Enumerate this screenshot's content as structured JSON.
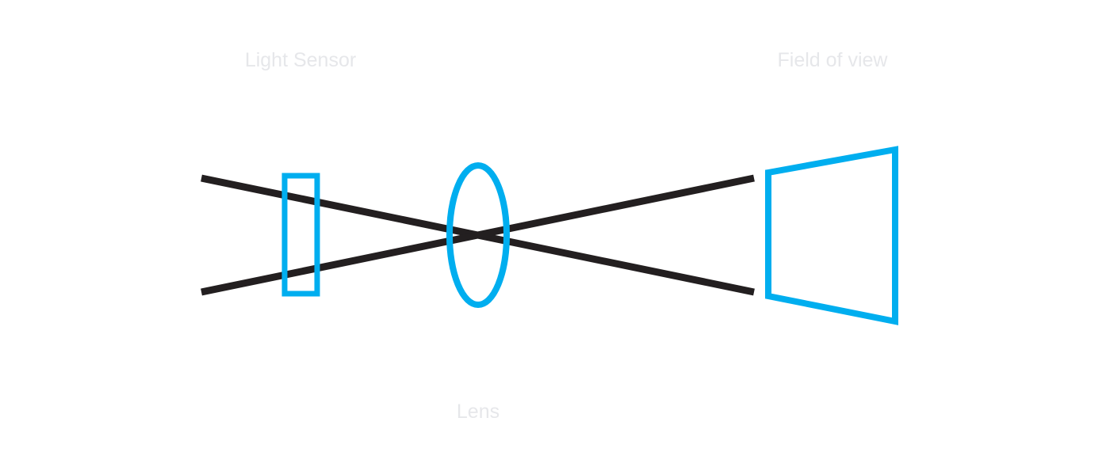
{
  "labels": {
    "light_sensor": "Light Sensor",
    "field_of_view": "Field of view",
    "lens": "Lens"
  },
  "colors": {
    "ray": "#231f20",
    "optics": "#00aeef",
    "label": "#e6e7ea",
    "background": "#ffffff"
  }
}
